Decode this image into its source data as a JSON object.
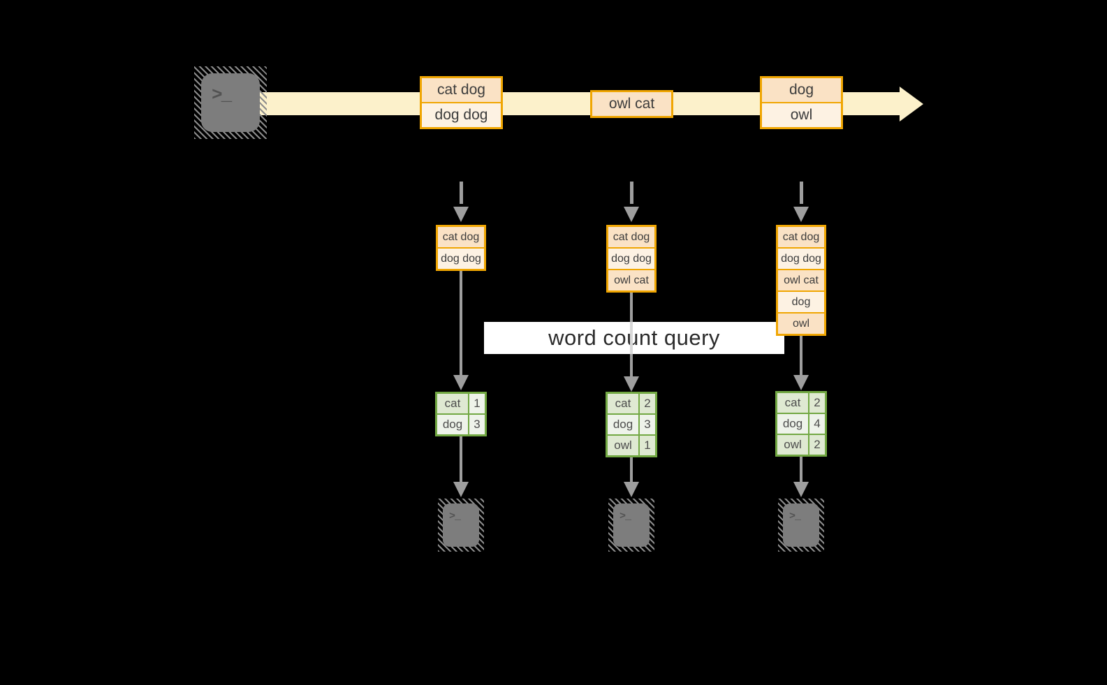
{
  "colors": {
    "background": "#000000",
    "stream_arrow": "#fcf1cb",
    "event_border": "#f0a602",
    "event_fill_dark": "#fae2c5",
    "event_fill_light": "#fdf2e3",
    "table_border": "#72a843",
    "table_fill_dark": "#dfe9d2",
    "table_fill_light": "#eef3ea",
    "flow_arrow": "#9e9e9e",
    "terminal": "#7d7d7d",
    "label_bg": "#ffffff",
    "text": "#3c3c3c"
  },
  "icons": {
    "terminal_glyph": ">_"
  },
  "stream": {
    "events": [
      {
        "lines": [
          "cat dog",
          "dog dog"
        ]
      },
      {
        "lines": [
          "owl cat"
        ]
      },
      {
        "lines": [
          "dog",
          "owl"
        ]
      }
    ]
  },
  "query": {
    "label": "word count query"
  },
  "columns": [
    {
      "buffer": [
        "cat dog",
        "dog dog"
      ],
      "counts": [
        {
          "word": "cat",
          "count": "1"
        },
        {
          "word": "dog",
          "count": "3"
        }
      ]
    },
    {
      "buffer": [
        "cat dog",
        "dog dog",
        "owl cat"
      ],
      "counts": [
        {
          "word": "cat",
          "count": "2"
        },
        {
          "word": "dog",
          "count": "3"
        },
        {
          "word": "owl",
          "count": "1"
        }
      ]
    },
    {
      "buffer": [
        "cat dog",
        "dog dog",
        "owl cat",
        "dog",
        "owl"
      ],
      "counts": [
        {
          "word": "cat",
          "count": "2"
        },
        {
          "word": "dog",
          "count": "4"
        },
        {
          "word": "owl",
          "count": "2"
        }
      ]
    }
  ]
}
